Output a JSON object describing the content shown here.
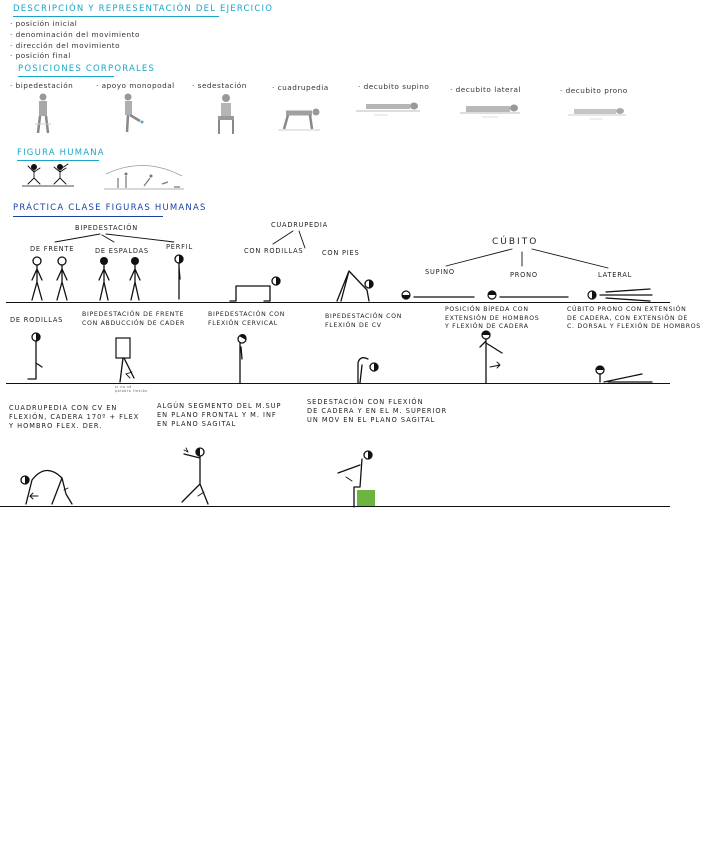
{
  "section1": {
    "title": "Descripción y representación del ejercicio",
    "bullets": [
      "· posición inicial",
      "· denominación del movimiento",
      "· dirección del movimiento",
      "· posición final"
    ]
  },
  "section2": {
    "title": "Posiciones corporales",
    "items": [
      "· bipedestación",
      "· apoyo monopodal",
      "· sedestación",
      "· cuadrupedia",
      "· decubito supino",
      "· decubito lateral",
      "· decubito prono"
    ]
  },
  "section3": {
    "title": "Figura humana"
  },
  "section4": {
    "title": "Práctica clase figuras humanas",
    "bipedestacion": "BIPEDESTACIÓN",
    "de_frente": "DE FRENTE",
    "de_espaldas": "DE ESPALDAS",
    "perfil": "PERFIL",
    "cuadrupedia": "CUADRUPEDIA",
    "con_rodillas": "CON RODILLAS",
    "con_pies": "CON PIES",
    "cubito": "CÚBITO",
    "supino": "SUPINO",
    "prono": "PRONO",
    "lateral": "LATERAL"
  },
  "row2": {
    "de_rodillas": "DE RODILLAS",
    "bip_abduccion": "BIPEDESTACIÓN DE FRENTE\nCON ABDUCCIÓN DE CADER",
    "tiny_note": "si no sé\npalabra flexión",
    "bip_flexion_cervical": "BIPEDESTACIÓN CON\nFLEXIÓN CERVICAL",
    "bip_flexion_cv": "BIPEDESTACIÓN CON\nFLEXIÓN DE CV",
    "posicion_bipeda": "POSICIÓN BÍPEDA CON\nEXTENSIÓN DE HOMBROS\nY FLEXIÓN DE CADERA",
    "cubito_prono": "CÚBITO PRONO CON EXTENSIÓN\nDE CADERA, CON EXTENSIÓN DE\nC. DORSAL Y FLEXIÓN DE HOMBROS"
  },
  "row3": {
    "cuadrupedia_cv": "CUADRUPEDIA CON CV EN\nFLEXIÓN, CADERA 170º + FLEX\nY HOMBRO FLEX. DER.",
    "algun_segmento": "ALGÚN SEGMENTO DEL M.SUP\nEN PLANO FRONTAL Y M. INF\nEN PLANO SAGITAL",
    "sedestacion_flexion": "SEDESTACIÓN CON FLEXIÓN\nDE CADERA Y EN EL M. SUPERIOR\nUN MOV EN EL PLANO SAGITAL"
  },
  "colors": {
    "heading_cyan": "#17a6c9",
    "heading_blue": "#1b3fa8",
    "stool_green": "#6db33f"
  }
}
